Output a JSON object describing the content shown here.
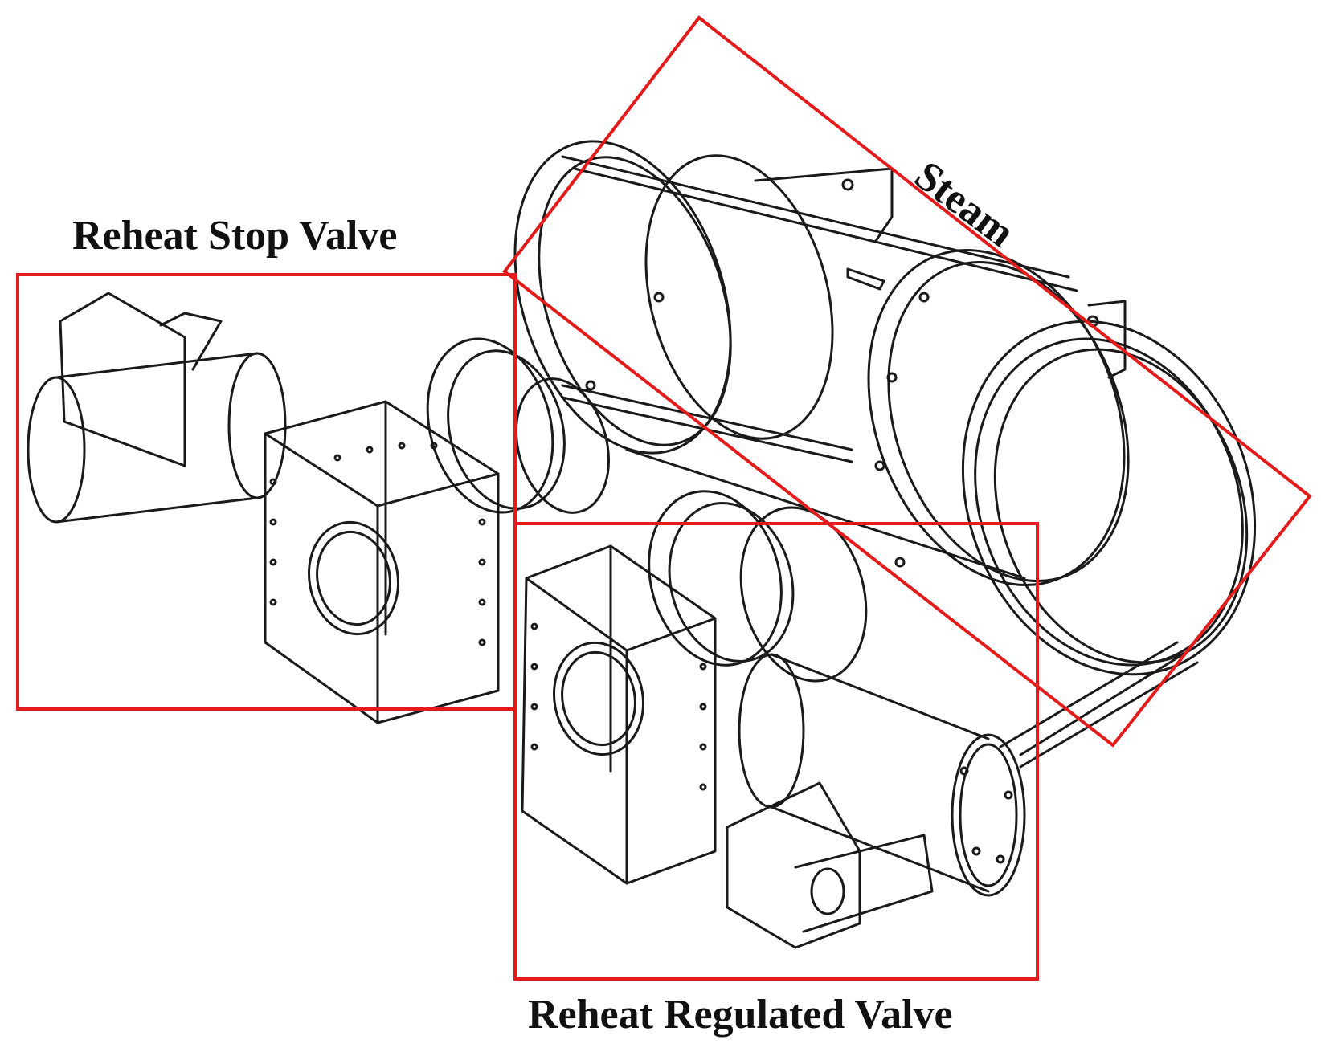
{
  "labels": {
    "stop_valve": "Reheat Stop Valve",
    "steam": "Steam",
    "regulated_valve": "Reheat Regulated Valve"
  },
  "colors": {
    "highlight_box": "#e31b1b",
    "line_art": "#1a1a1a",
    "label_text": "#111111"
  }
}
